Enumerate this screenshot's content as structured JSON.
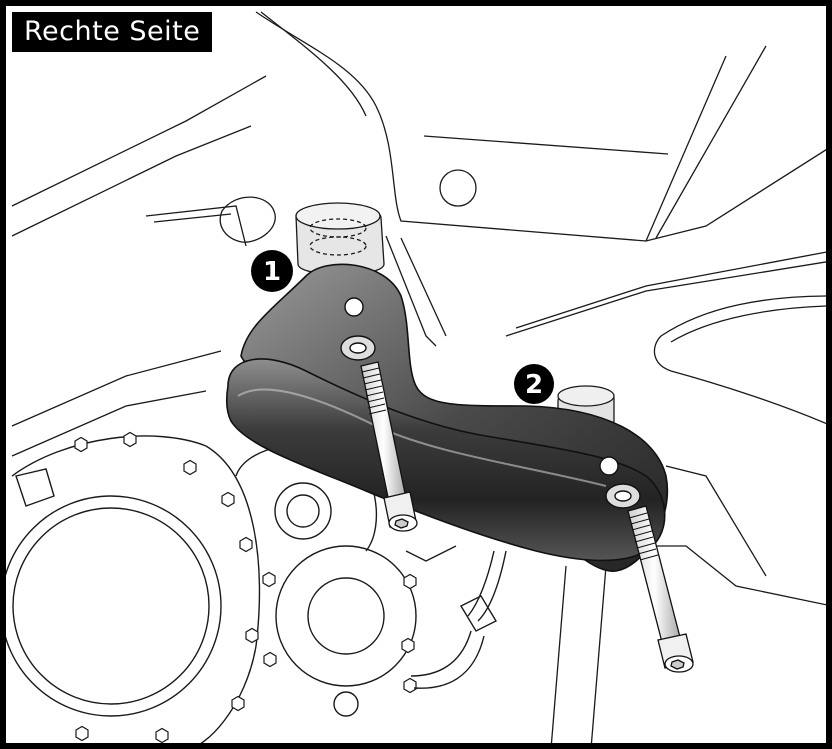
{
  "title": "Rechte Seite",
  "callouts": [
    {
      "label": "1"
    },
    {
      "label": "2"
    }
  ],
  "colors": {
    "frame": "#000000",
    "line_art": "#1a1a1a",
    "bracket_dark": "#2b2b2b",
    "bracket_light": "#9a9a9a",
    "callout_fill": "#000000"
  }
}
